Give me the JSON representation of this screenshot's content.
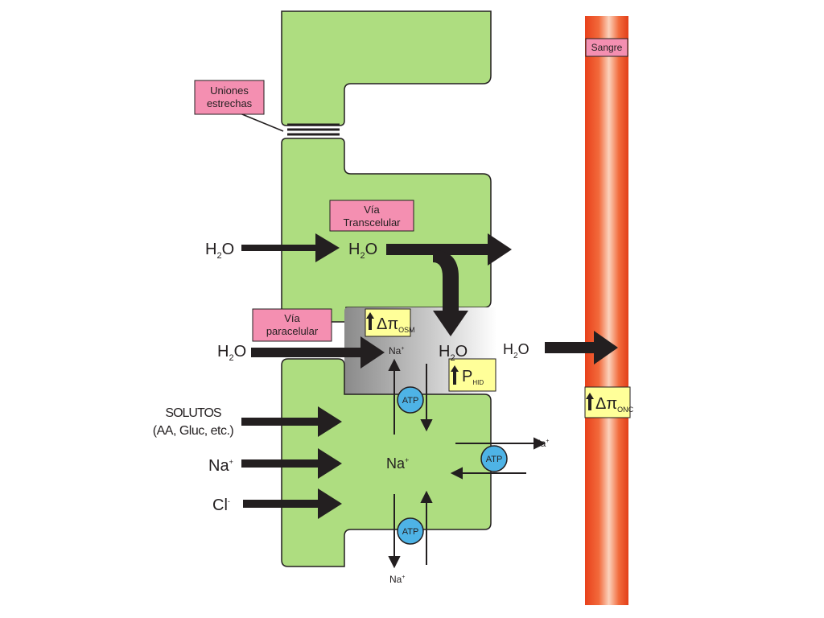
{
  "labels": {
    "sangre": "Sangre",
    "uniones_1": "Uniones",
    "uniones_2": "estrechas",
    "transcelular_1": "Vía",
    "transcelular_2": "Transcelular",
    "paracelular_1": "Vía",
    "paracelular_2": "paracelular"
  },
  "water": {
    "h": "H",
    "sub": "2",
    "o": "O"
  },
  "ions": {
    "na": "Na",
    "plus": "+",
    "cl": "Cl",
    "minus": "-"
  },
  "solutos": {
    "line1": "SOLUTOS",
    "line2": "(AA, Gluc, etc.)"
  },
  "atp": "ATP",
  "indicators": {
    "delta_pi": "Δπ",
    "osm": "OSM",
    "onc": "ONC",
    "p": "P",
    "hid": "HID"
  },
  "colors": {
    "cell": "#aedd80",
    "tag": "#f48fb1",
    "indicator": "#ffff99",
    "atp": "#4eb3e6",
    "blood": "#ee4a1e",
    "arrow": "#231f20"
  }
}
